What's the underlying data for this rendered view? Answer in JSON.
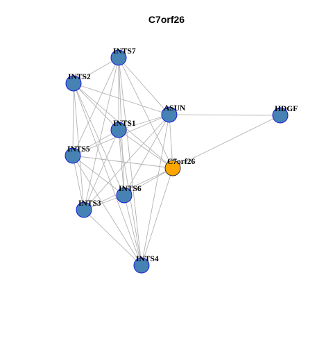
{
  "title": "C7orf26",
  "colors": {
    "node_fill": "#4682b4",
    "node_stroke": "#1a1ad6",
    "focus_fill": "#ffa500",
    "focus_stroke": "#333333",
    "edge": "#b3b3b3"
  },
  "nodes": [
    {
      "id": "INTS7",
      "label": "INTS7",
      "focus": false
    },
    {
      "id": "INTS2",
      "label": "INTS2",
      "focus": false
    },
    {
      "id": "ASUN",
      "label": "ASUN",
      "focus": false
    },
    {
      "id": "HDGF",
      "label": "HDGF",
      "focus": false
    },
    {
      "id": "INTS1",
      "label": "INTS1",
      "focus": false
    },
    {
      "id": "INTS5",
      "label": "INTS5",
      "focus": false
    },
    {
      "id": "C7orf26",
      "label": "C7orf26",
      "focus": true
    },
    {
      "id": "INTS6",
      "label": "INTS6",
      "focus": false
    },
    {
      "id": "INTS3",
      "label": "INTS3",
      "focus": false
    },
    {
      "id": "INTS4",
      "label": "INTS4",
      "focus": false
    }
  ],
  "edges": [
    [
      "INTS7",
      "INTS2"
    ],
    [
      "INTS7",
      "ASUN"
    ],
    [
      "INTS7",
      "INTS1"
    ],
    [
      "INTS7",
      "INTS5"
    ],
    [
      "INTS7",
      "C7orf26"
    ],
    [
      "INTS7",
      "INTS6"
    ],
    [
      "INTS7",
      "INTS3"
    ],
    [
      "INTS7",
      "INTS4"
    ],
    [
      "INTS2",
      "ASUN"
    ],
    [
      "INTS2",
      "INTS1"
    ],
    [
      "INTS2",
      "INTS5"
    ],
    [
      "INTS2",
      "C7orf26"
    ],
    [
      "INTS2",
      "INTS6"
    ],
    [
      "INTS2",
      "INTS3"
    ],
    [
      "INTS2",
      "INTS4"
    ],
    [
      "ASUN",
      "HDGF"
    ],
    [
      "ASUN",
      "INTS1"
    ],
    [
      "ASUN",
      "INTS5"
    ],
    [
      "ASUN",
      "C7orf26"
    ],
    [
      "ASUN",
      "INTS6"
    ],
    [
      "ASUN",
      "INTS3"
    ],
    [
      "ASUN",
      "INTS4"
    ],
    [
      "HDGF",
      "C7orf26"
    ],
    [
      "INTS1",
      "INTS5"
    ],
    [
      "INTS1",
      "C7orf26"
    ],
    [
      "INTS1",
      "INTS6"
    ],
    [
      "INTS1",
      "INTS3"
    ],
    [
      "INTS1",
      "INTS4"
    ],
    [
      "INTS5",
      "C7orf26"
    ],
    [
      "INTS5",
      "INTS6"
    ],
    [
      "INTS5",
      "INTS3"
    ],
    [
      "INTS5",
      "INTS4"
    ],
    [
      "C7orf26",
      "INTS6"
    ],
    [
      "C7orf26",
      "INTS3"
    ],
    [
      "C7orf26",
      "INTS4"
    ],
    [
      "INTS6",
      "INTS3"
    ],
    [
      "INTS6",
      "INTS4"
    ],
    [
      "INTS3",
      "INTS4"
    ]
  ]
}
